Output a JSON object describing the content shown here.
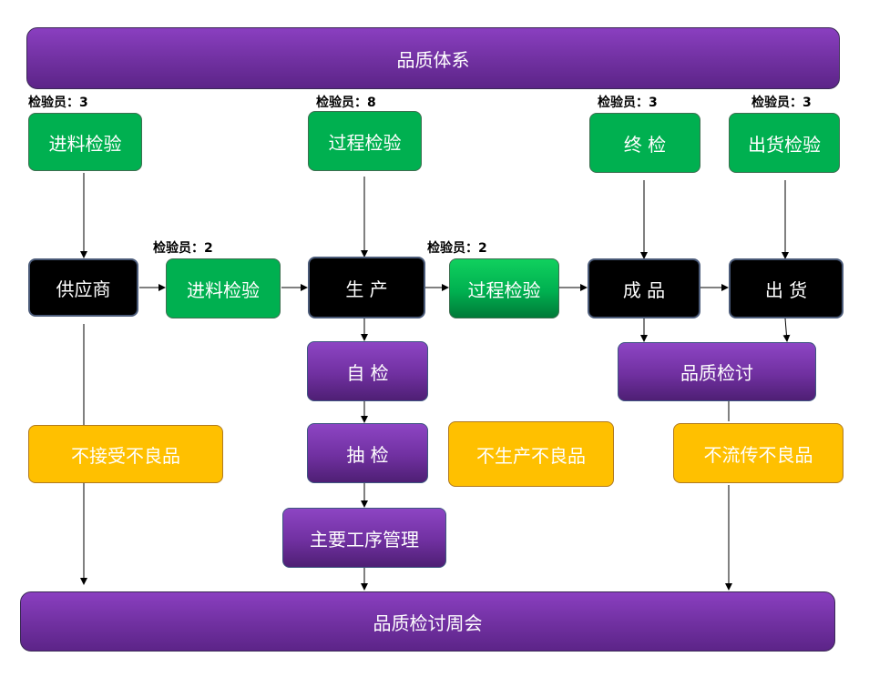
{
  "banner_top": "品质体系",
  "banner_bottom": "品质检讨周会",
  "inspector_labels": {
    "incoming_top": "检验员：3",
    "process_top": "检验员：8",
    "final_top": "检验员：3",
    "shipping_top": "检验员：3",
    "incoming_mid": "检验员：2",
    "process_mid": "检验员：2"
  },
  "top_checks": {
    "incoming": "进料检验",
    "process": "过程检验",
    "final": "终 检",
    "shipping": "出货检验"
  },
  "flow": {
    "supplier": "供应商",
    "incoming": "进料检验",
    "production": "生 产",
    "process": "过程检验",
    "finished": "成 品",
    "shipping": "出 货"
  },
  "sub_steps": {
    "self_check": "自 检",
    "sampling": "抽 检",
    "key_process": "主要工序管理",
    "quality_review": "品质检讨"
  },
  "rules": {
    "no_accept": "不接受不良品",
    "no_produce": "不生产不良品",
    "no_pass": "不流传不良品"
  }
}
